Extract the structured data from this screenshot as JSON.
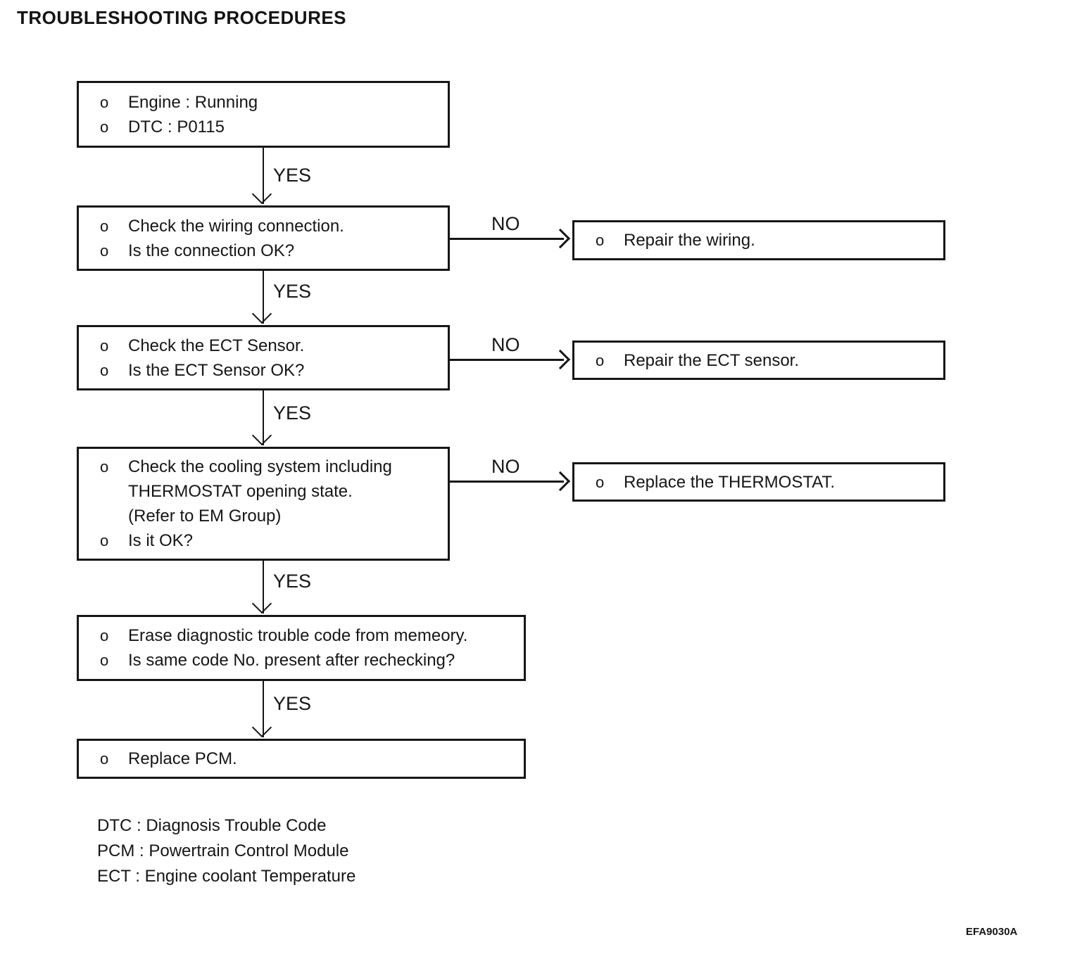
{
  "page": {
    "title": "TROUBLESHOOTING PROCEDURES",
    "figure_code": "EFA9030A"
  },
  "labels": {
    "yes": "YES",
    "no": "NO"
  },
  "flow": {
    "steps": [
      {
        "id": "start",
        "lines": [
          {
            "bullet": "o",
            "text": "Engine : Running"
          },
          {
            "bullet": "o",
            "text": "DTC : P0115"
          }
        ]
      },
      {
        "id": "check-wiring",
        "lines": [
          {
            "bullet": "o",
            "text": "Check the wiring connection."
          },
          {
            "bullet": "o",
            "text": "Is the connection OK?"
          }
        ]
      },
      {
        "id": "check-ect-sensor",
        "lines": [
          {
            "bullet": "o",
            "text": "Check the ECT Sensor."
          },
          {
            "bullet": "o",
            "text": "Is the ECT Sensor OK?"
          }
        ]
      },
      {
        "id": "check-cooling-system",
        "lines": [
          {
            "bullet": "o",
            "text": "Check the cooling system including"
          },
          {
            "bullet": "",
            "text": "THERMOSTAT opening state."
          },
          {
            "bullet": "",
            "text": "(Refer to EM Group)"
          },
          {
            "bullet": "o",
            "text": "Is it OK?"
          }
        ]
      },
      {
        "id": "erase-dtc",
        "lines": [
          {
            "bullet": "o",
            "text": "Erase diagnostic trouble code from memeory."
          },
          {
            "bullet": "o",
            "text": "Is same code No. present after rechecking?"
          }
        ]
      },
      {
        "id": "replace-pcm",
        "lines": [
          {
            "bullet": "o",
            "text": "Replace PCM."
          }
        ]
      }
    ],
    "remedies": [
      {
        "id": "repair-wiring",
        "lines": [
          {
            "bullet": "o",
            "text": "Repair the wiring."
          }
        ]
      },
      {
        "id": "repair-ect-sensor",
        "lines": [
          {
            "bullet": "o",
            "text": "Repair the ECT sensor."
          }
        ]
      },
      {
        "id": "replace-thermostat",
        "lines": [
          {
            "bullet": "o",
            "text": "Replace the THERMOSTAT."
          }
        ]
      }
    ]
  },
  "legend": {
    "lines": [
      "DTC : Diagnosis Trouble Code",
      "PCM : Powertrain Control Module",
      "ECT : Engine coolant Temperature"
    ]
  }
}
